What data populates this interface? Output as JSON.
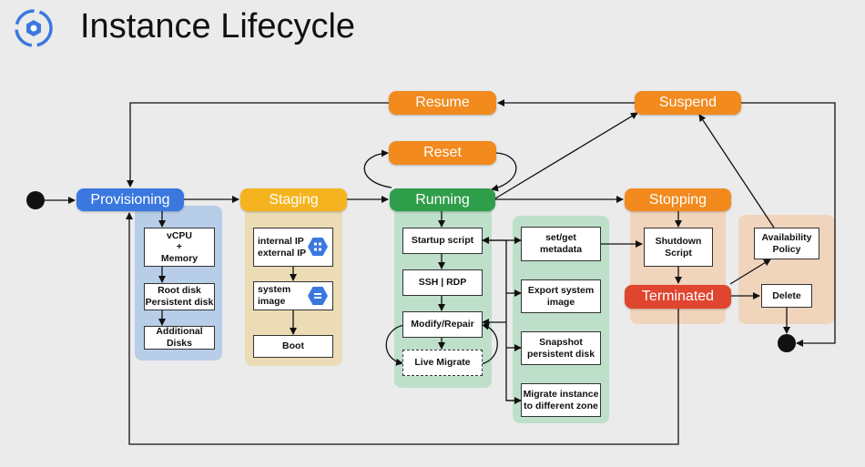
{
  "title": "Instance Lifecycle",
  "states": {
    "provisioning": "Provisioning",
    "staging": "Staging",
    "running": "Running",
    "stopping": "Stopping",
    "terminated": "Terminated",
    "resume": "Resume",
    "suspend": "Suspend",
    "reset": "Reset"
  },
  "provisioning_steps": [
    "vCPU\n+\nMemory",
    "Root disk\nPersistent disk",
    "Additional\nDisks"
  ],
  "staging_steps": [
    "internal IP\nexternal IP",
    "system\nimage",
    "Boot"
  ],
  "running_steps": [
    "Startup script",
    "SSH | RDP",
    "Modify/Repair",
    "Live Migrate"
  ],
  "running_actions": [
    "set/get\nmetadata",
    "Export system\nimage",
    "Snapshot\npersistent disk",
    "Migrate instance\nto different zone"
  ],
  "stopping_steps": [
    "Shutdown\nScript"
  ],
  "termination_options": [
    "Availability\nPolicy",
    "Delete"
  ],
  "icons": [
    "lifecycle-icon",
    "network-icon",
    "image-icon"
  ],
  "colors": {
    "orange": "#f28a1e",
    "blue": "#3a78e0",
    "yellow": "#f5b41f",
    "green": "#2f9e4a",
    "red": "#e0452f",
    "panel_blue": "#b7cde8",
    "panel_yellow": "#ecdcb6",
    "panel_green": "#bedfca",
    "panel_orange": "#f1d4bc"
  }
}
